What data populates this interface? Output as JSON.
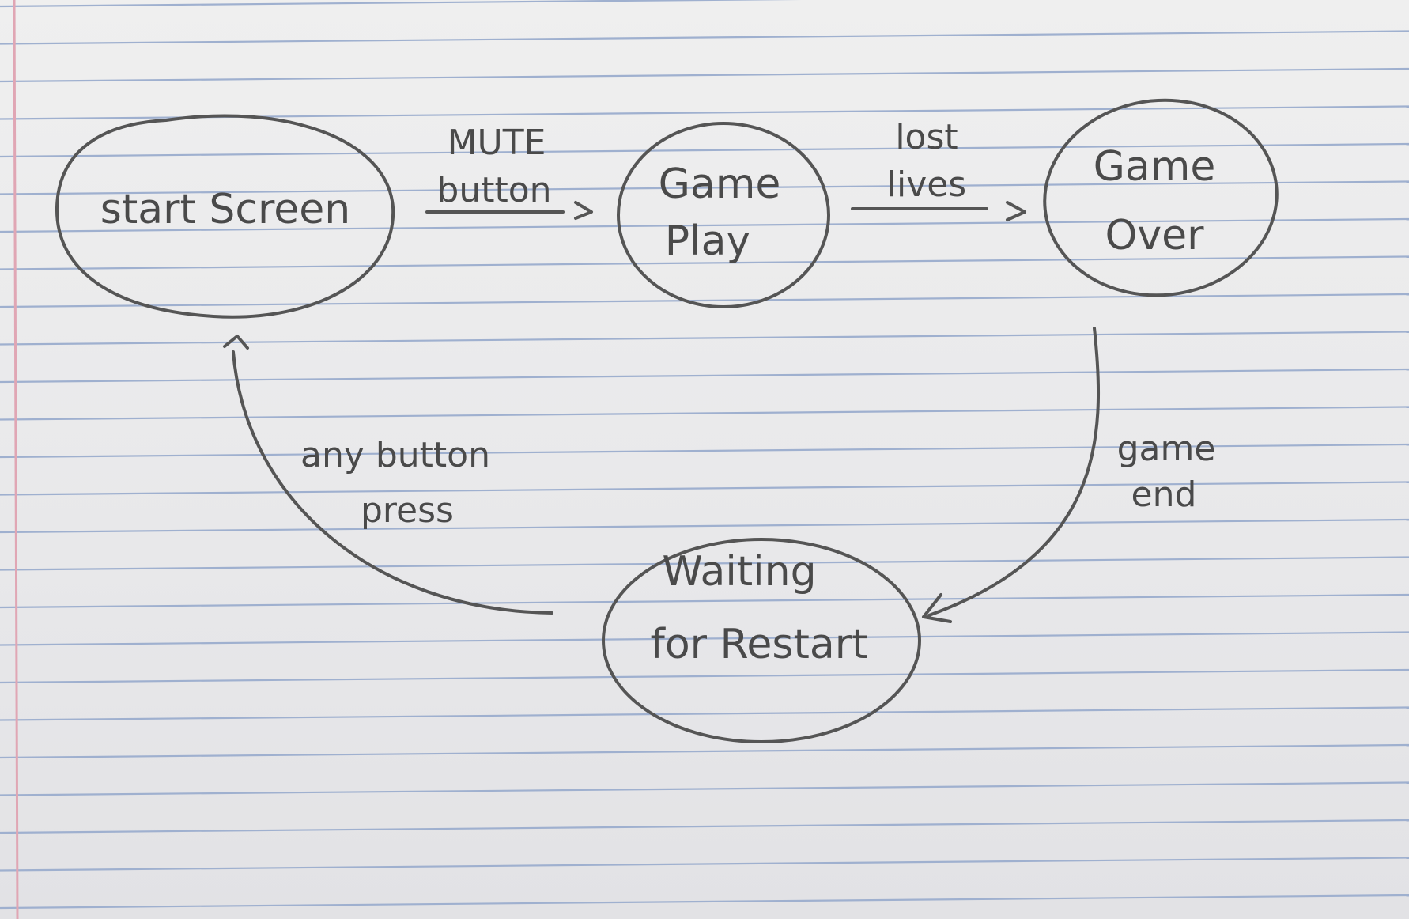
{
  "diagram": {
    "type": "state-diagram",
    "nodes": [
      {
        "id": "start",
        "label": "start Screen"
      },
      {
        "id": "play",
        "label_lines": [
          "Game",
          "Play"
        ]
      },
      {
        "id": "over",
        "label_lines": [
          "Game",
          "Over"
        ]
      },
      {
        "id": "wait",
        "label_lines": [
          "Waiting",
          "for Restart"
        ]
      }
    ],
    "edges": [
      {
        "from": "start",
        "to": "play",
        "label_lines": [
          "MUTE",
          "button"
        ]
      },
      {
        "from": "play",
        "to": "over",
        "label_lines": [
          "lost",
          "lives"
        ]
      },
      {
        "from": "over",
        "to": "wait",
        "label_lines": [
          "game",
          "end"
        ]
      },
      {
        "from": "wait",
        "to": "start",
        "label_lines": [
          "any button",
          "press"
        ]
      }
    ]
  },
  "colors": {
    "paper": "#eaeaeb",
    "rule_line": "#9fb0cf",
    "margin_line": "#e0a6b4",
    "pencil": "#555555"
  }
}
